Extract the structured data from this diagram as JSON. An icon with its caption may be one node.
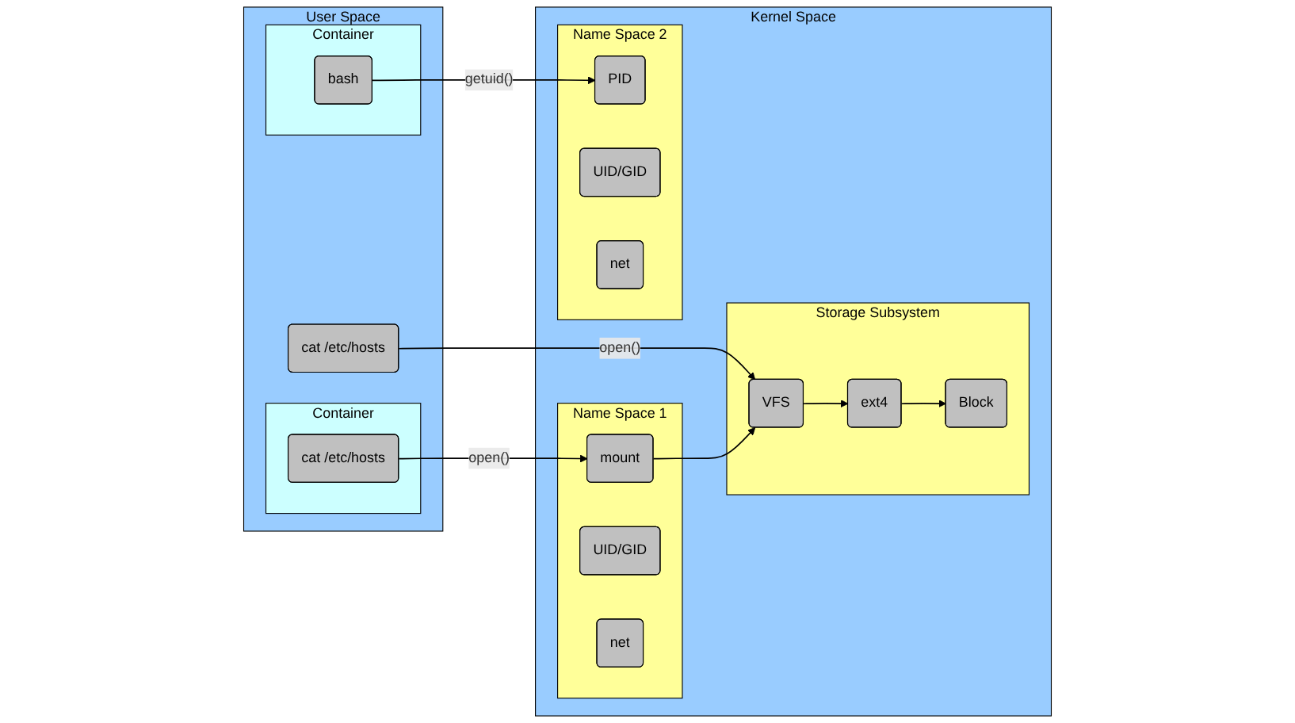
{
  "diagram": {
    "nodes": [
      {
        "text": [
          "User Space"
        ]
      },
      {
        "text": [
          "cat /etc/hosts"
        ],
        "in": 0
      },
      {
        "text": [
          "Container"
        ],
        "in": 0
      },
      {
        "text": [
          "cat /etc/hosts"
        ],
        "in": 2
      },
      {
        "text": [
          "Container"
        ],
        "in": 0
      },
      {
        "text": [
          "bash"
        ],
        "in": 4
      },
      {
        "text": [
          "Kernel Space"
        ]
      },
      {
        "text": [
          "Storage Subsystem"
        ],
        "in": 6
      },
      {
        "text": [
          "VFS"
        ],
        "in": 7
      },
      {
        "text": [
          "ext4"
        ],
        "in": 7
      },
      {
        "text": [
          "Block"
        ],
        "in": 7
      },
      {
        "text": [
          "Name Space 1"
        ],
        "in": 6
      },
      {
        "text": [
          "mount"
        ],
        "in": 11
      },
      {
        "text": [
          "UID/GID"
        ],
        "in": 11
      },
      {
        "text": [
          "net"
        ],
        "in": 11
      },
      {
        "text": [
          "Name Space 2"
        ],
        "in": 6
      },
      {
        "text": [
          "PID"
        ],
        "in": 15
      },
      {
        "text": [
          "UID/GID"
        ],
        "in": 15
      },
      {
        "text": [
          "net"
        ],
        "in": 15
      }
    ],
    "edges": [
      {
        "from": 1,
        "to": 8,
        "arrow": "to",
        "label": "open()"
      },
      {
        "from": 8,
        "to": 9,
        "arrow": "to"
      },
      {
        "from": 9,
        "to": 10,
        "arrow": "to"
      },
      {
        "from": 12,
        "to": 8,
        "arrow": "to"
      },
      {
        "from": 3,
        "to": 12,
        "arrow": "to",
        "label": "open()"
      },
      {
        "from": 5,
        "to": 16,
        "arrow": "to",
        "label": "getuid()"
      }
    ]
  }
}
